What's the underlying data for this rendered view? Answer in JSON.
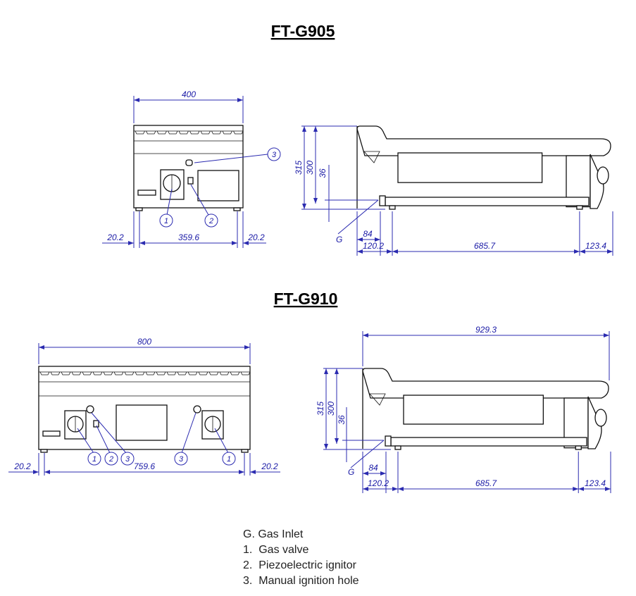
{
  "models": [
    {
      "title": "FT-G905",
      "front": {
        "width": "400",
        "left_offset": "20.2",
        "foot_span": "359.6",
        "right_offset": "20.2",
        "callouts": [
          "1",
          "2",
          "3"
        ]
      },
      "side": {
        "h315": "315",
        "h300": "300",
        "h36": "36",
        "gas_label": "G",
        "d84": "84",
        "d120": "120.2",
        "d685": "685.7",
        "d123": "123.4"
      }
    },
    {
      "title": "FT-G910",
      "front": {
        "width": "800",
        "left_offset": "20.2",
        "foot_span": "759.6",
        "right_offset": "20.2",
        "callouts": [
          "1",
          "2",
          "3",
          "3",
          "1"
        ]
      },
      "side": {
        "overall": "929.3",
        "h315": "315",
        "h300": "300",
        "h36": "36",
        "gas_label": "G",
        "d84": "84",
        "d120": "120.2",
        "d685": "685.7",
        "d123": "123.4"
      }
    }
  ],
  "legend": [
    "G. Gas Inlet",
    "1.  Gas valve",
    "2.  Piezoelectric ignitor",
    "3.  Manual ignition hole"
  ],
  "colors": {
    "dimension": "#2b2bb0",
    "outline": "#111111"
  }
}
